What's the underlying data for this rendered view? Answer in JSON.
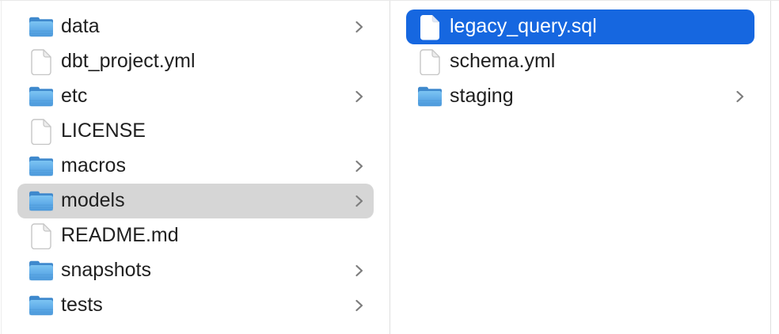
{
  "view": "finder-column-browser",
  "colors": {
    "selection_blue": "#1667e0",
    "selection_gray": "#d6d6d6",
    "text": "#1f1f1f",
    "selected_text": "#ffffff",
    "divider": "#dfdfdf",
    "top_border": "#e9e9e9",
    "chevron": "#7d7d7d",
    "folder_blue": "#5fa9e6"
  },
  "columns": [
    {
      "id": "left",
      "items": [
        {
          "name": "data",
          "type": "folder",
          "chevron": true,
          "selected": null
        },
        {
          "name": "dbt_project.yml",
          "type": "file",
          "chevron": false,
          "selected": null
        },
        {
          "name": "etc",
          "type": "folder",
          "chevron": true,
          "selected": null
        },
        {
          "name": "LICENSE",
          "type": "file",
          "chevron": false,
          "selected": null
        },
        {
          "name": "macros",
          "type": "folder",
          "chevron": true,
          "selected": null
        },
        {
          "name": "models",
          "type": "folder",
          "chevron": true,
          "selected": "gray"
        },
        {
          "name": "README.md",
          "type": "file",
          "chevron": false,
          "selected": null
        },
        {
          "name": "snapshots",
          "type": "folder",
          "chevron": true,
          "selected": null
        },
        {
          "name": "tests",
          "type": "folder",
          "chevron": true,
          "selected": null
        }
      ]
    },
    {
      "id": "right",
      "items": [
        {
          "name": "legacy_query.sql",
          "type": "file",
          "chevron": false,
          "selected": "blue"
        },
        {
          "name": "schema.yml",
          "type": "file",
          "chevron": false,
          "selected": null
        },
        {
          "name": "staging",
          "type": "folder",
          "chevron": true,
          "selected": null
        }
      ]
    }
  ]
}
